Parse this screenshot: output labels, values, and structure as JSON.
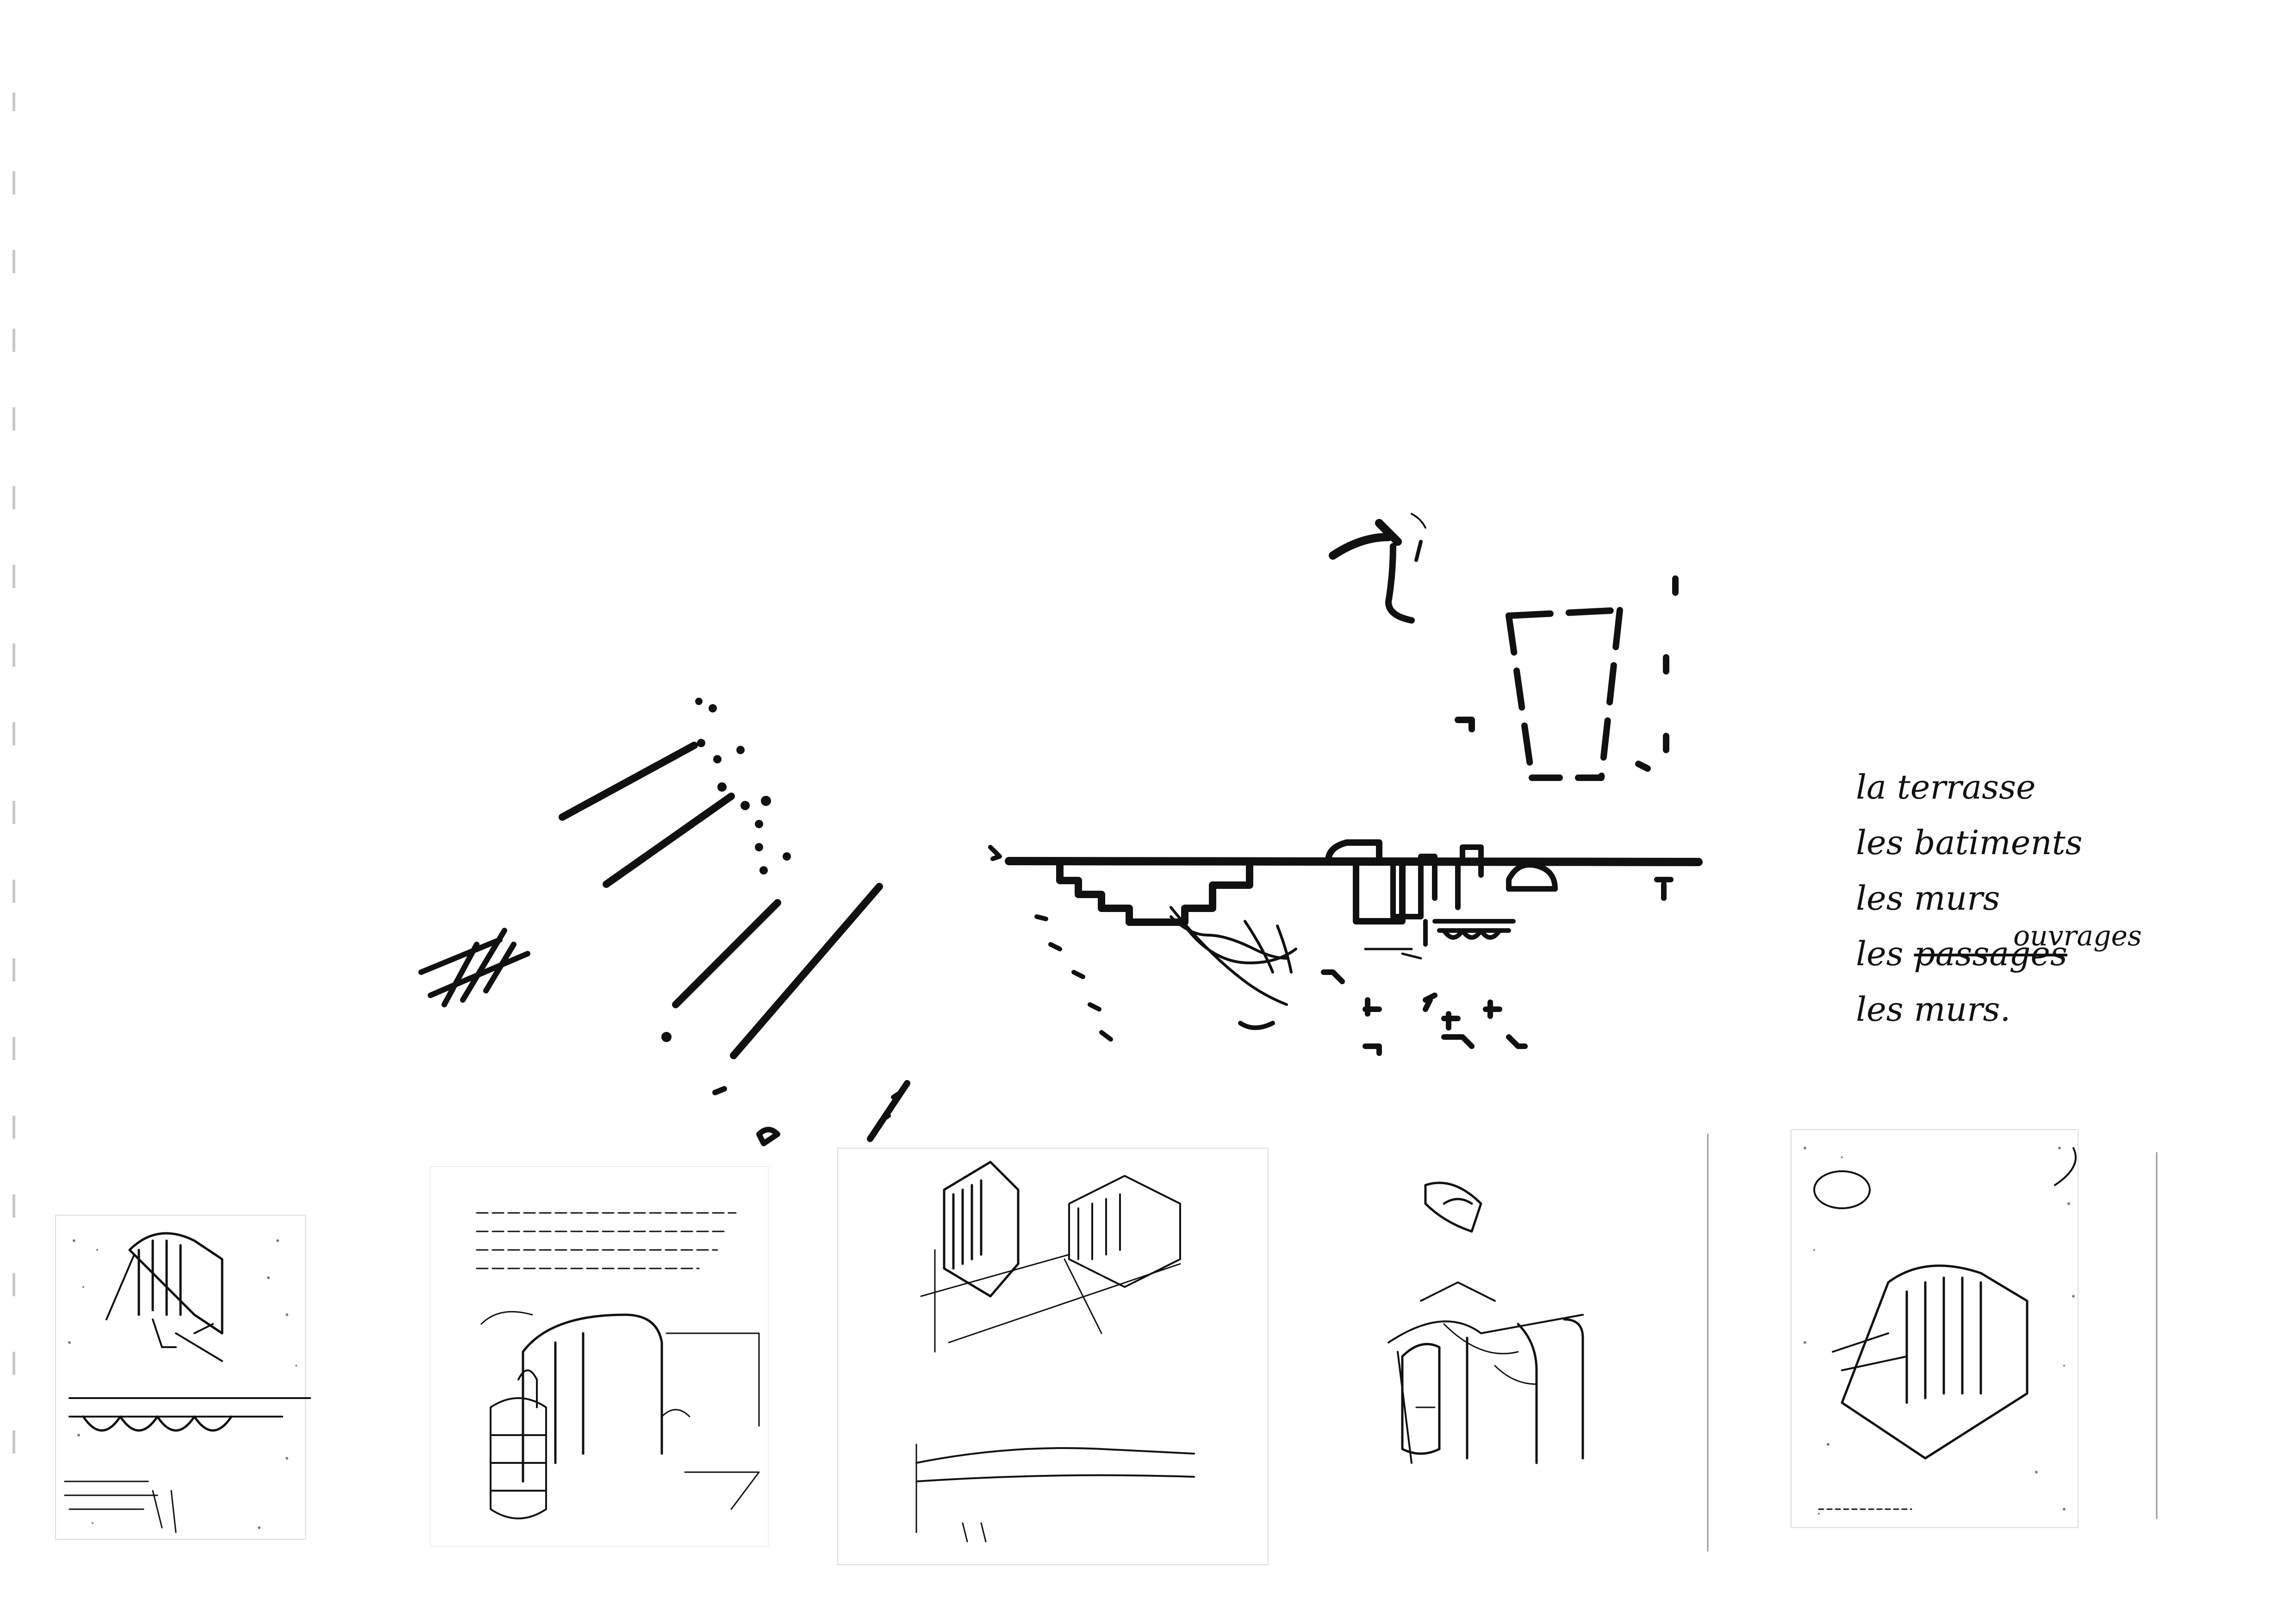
{
  "notes": {
    "line1": "la terrasse",
    "line2": "les batiments",
    "line3": "les murs",
    "line4_prefix": "les",
    "line4_struck": "passages",
    "line4_over": "ouvrages",
    "line5": "les murs."
  }
}
